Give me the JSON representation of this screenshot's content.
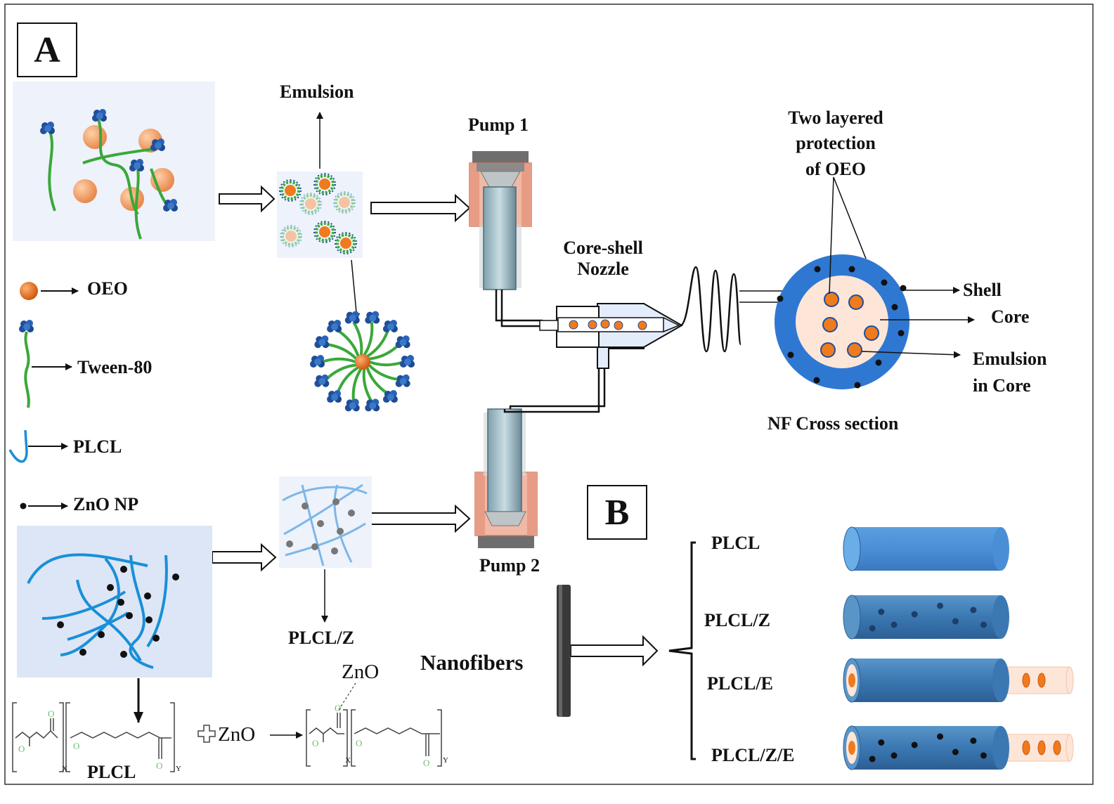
{
  "panels": {
    "a": "A",
    "b": "B"
  },
  "emulsion": "Emulsion",
  "pump1": "Pump 1",
  "pump2": "Pump 2",
  "nozzle": {
    "line1": "Core-shell",
    "line2": "Nozzle"
  },
  "protection": {
    "line1": "Two layered",
    "line2": "protection",
    "line3": "of OEO"
  },
  "cross_section": {
    "title": "NF Cross section",
    "shell": "Shell",
    "core": "Core",
    "emulsion_line1": "Emulsion",
    "emulsion_line2": "in Core"
  },
  "legend": {
    "oeo": "OEO",
    "tween": "Tween-80",
    "plcl": "PLCL",
    "zno": "ZnO NP"
  },
  "plclz_label": "PLCL/Z",
  "nanofibers": "Nanofibers",
  "fibers": [
    "PLCL",
    "PLCL/Z",
    "PLCL/E",
    "PLCL/Z/E"
  ],
  "chem": {
    "plcl": "PLCL",
    "zno_reactant": "ZnO",
    "zno_top": "ZnO",
    "sub_x": "X",
    "sub_y": "Y"
  },
  "colors": {
    "orange": "#f07a1e",
    "oeo_sphere": "#f4a070",
    "shell_blue": "#2f78d2",
    "core_pink": "#fde6d8",
    "tween_green": "#3aa83a",
    "tween_head": "#1e4f9c",
    "plcl_blue": "#1a8fd8",
    "panel_bg": "#dde6f6",
    "pump_pink": "#f0b9a5",
    "fiber_blue": "#4a82b8"
  }
}
